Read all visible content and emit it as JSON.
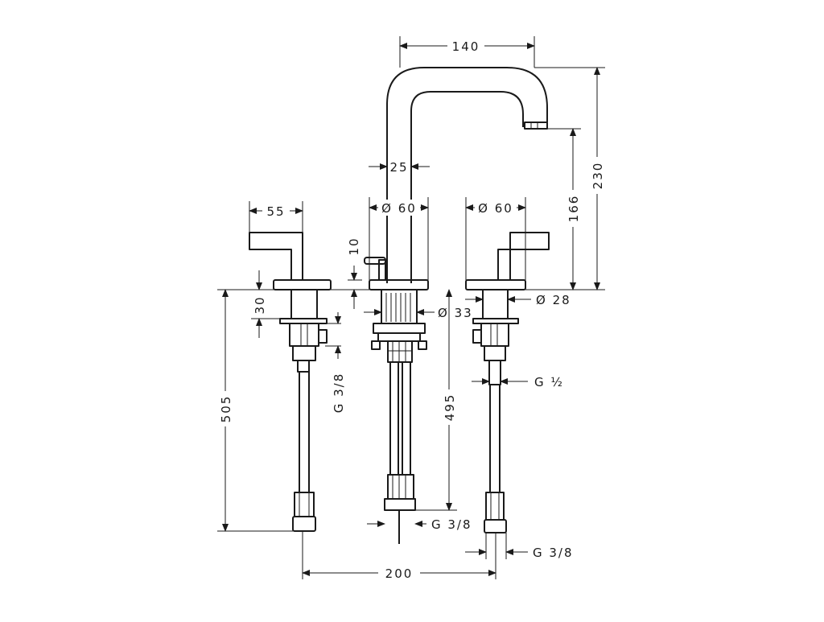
{
  "dimensions": {
    "spout_reach": "140",
    "total_height": "230",
    "spout_height": "166",
    "spout_tube": "25",
    "spout_base": "Ø 60",
    "handle_base": "Ø 60",
    "handle_width": "55",
    "pop_up": "10",
    "handle_rise": "30",
    "hole_right": "Ø 28",
    "hole_center": "Ø 33",
    "hose_left": "505",
    "hose_center": "495",
    "thread_left": "G 3/8",
    "thread_right_top": "G ½",
    "thread_center": "G 3/8",
    "thread_right_bottom": "G 3/8",
    "spacing": "200"
  }
}
